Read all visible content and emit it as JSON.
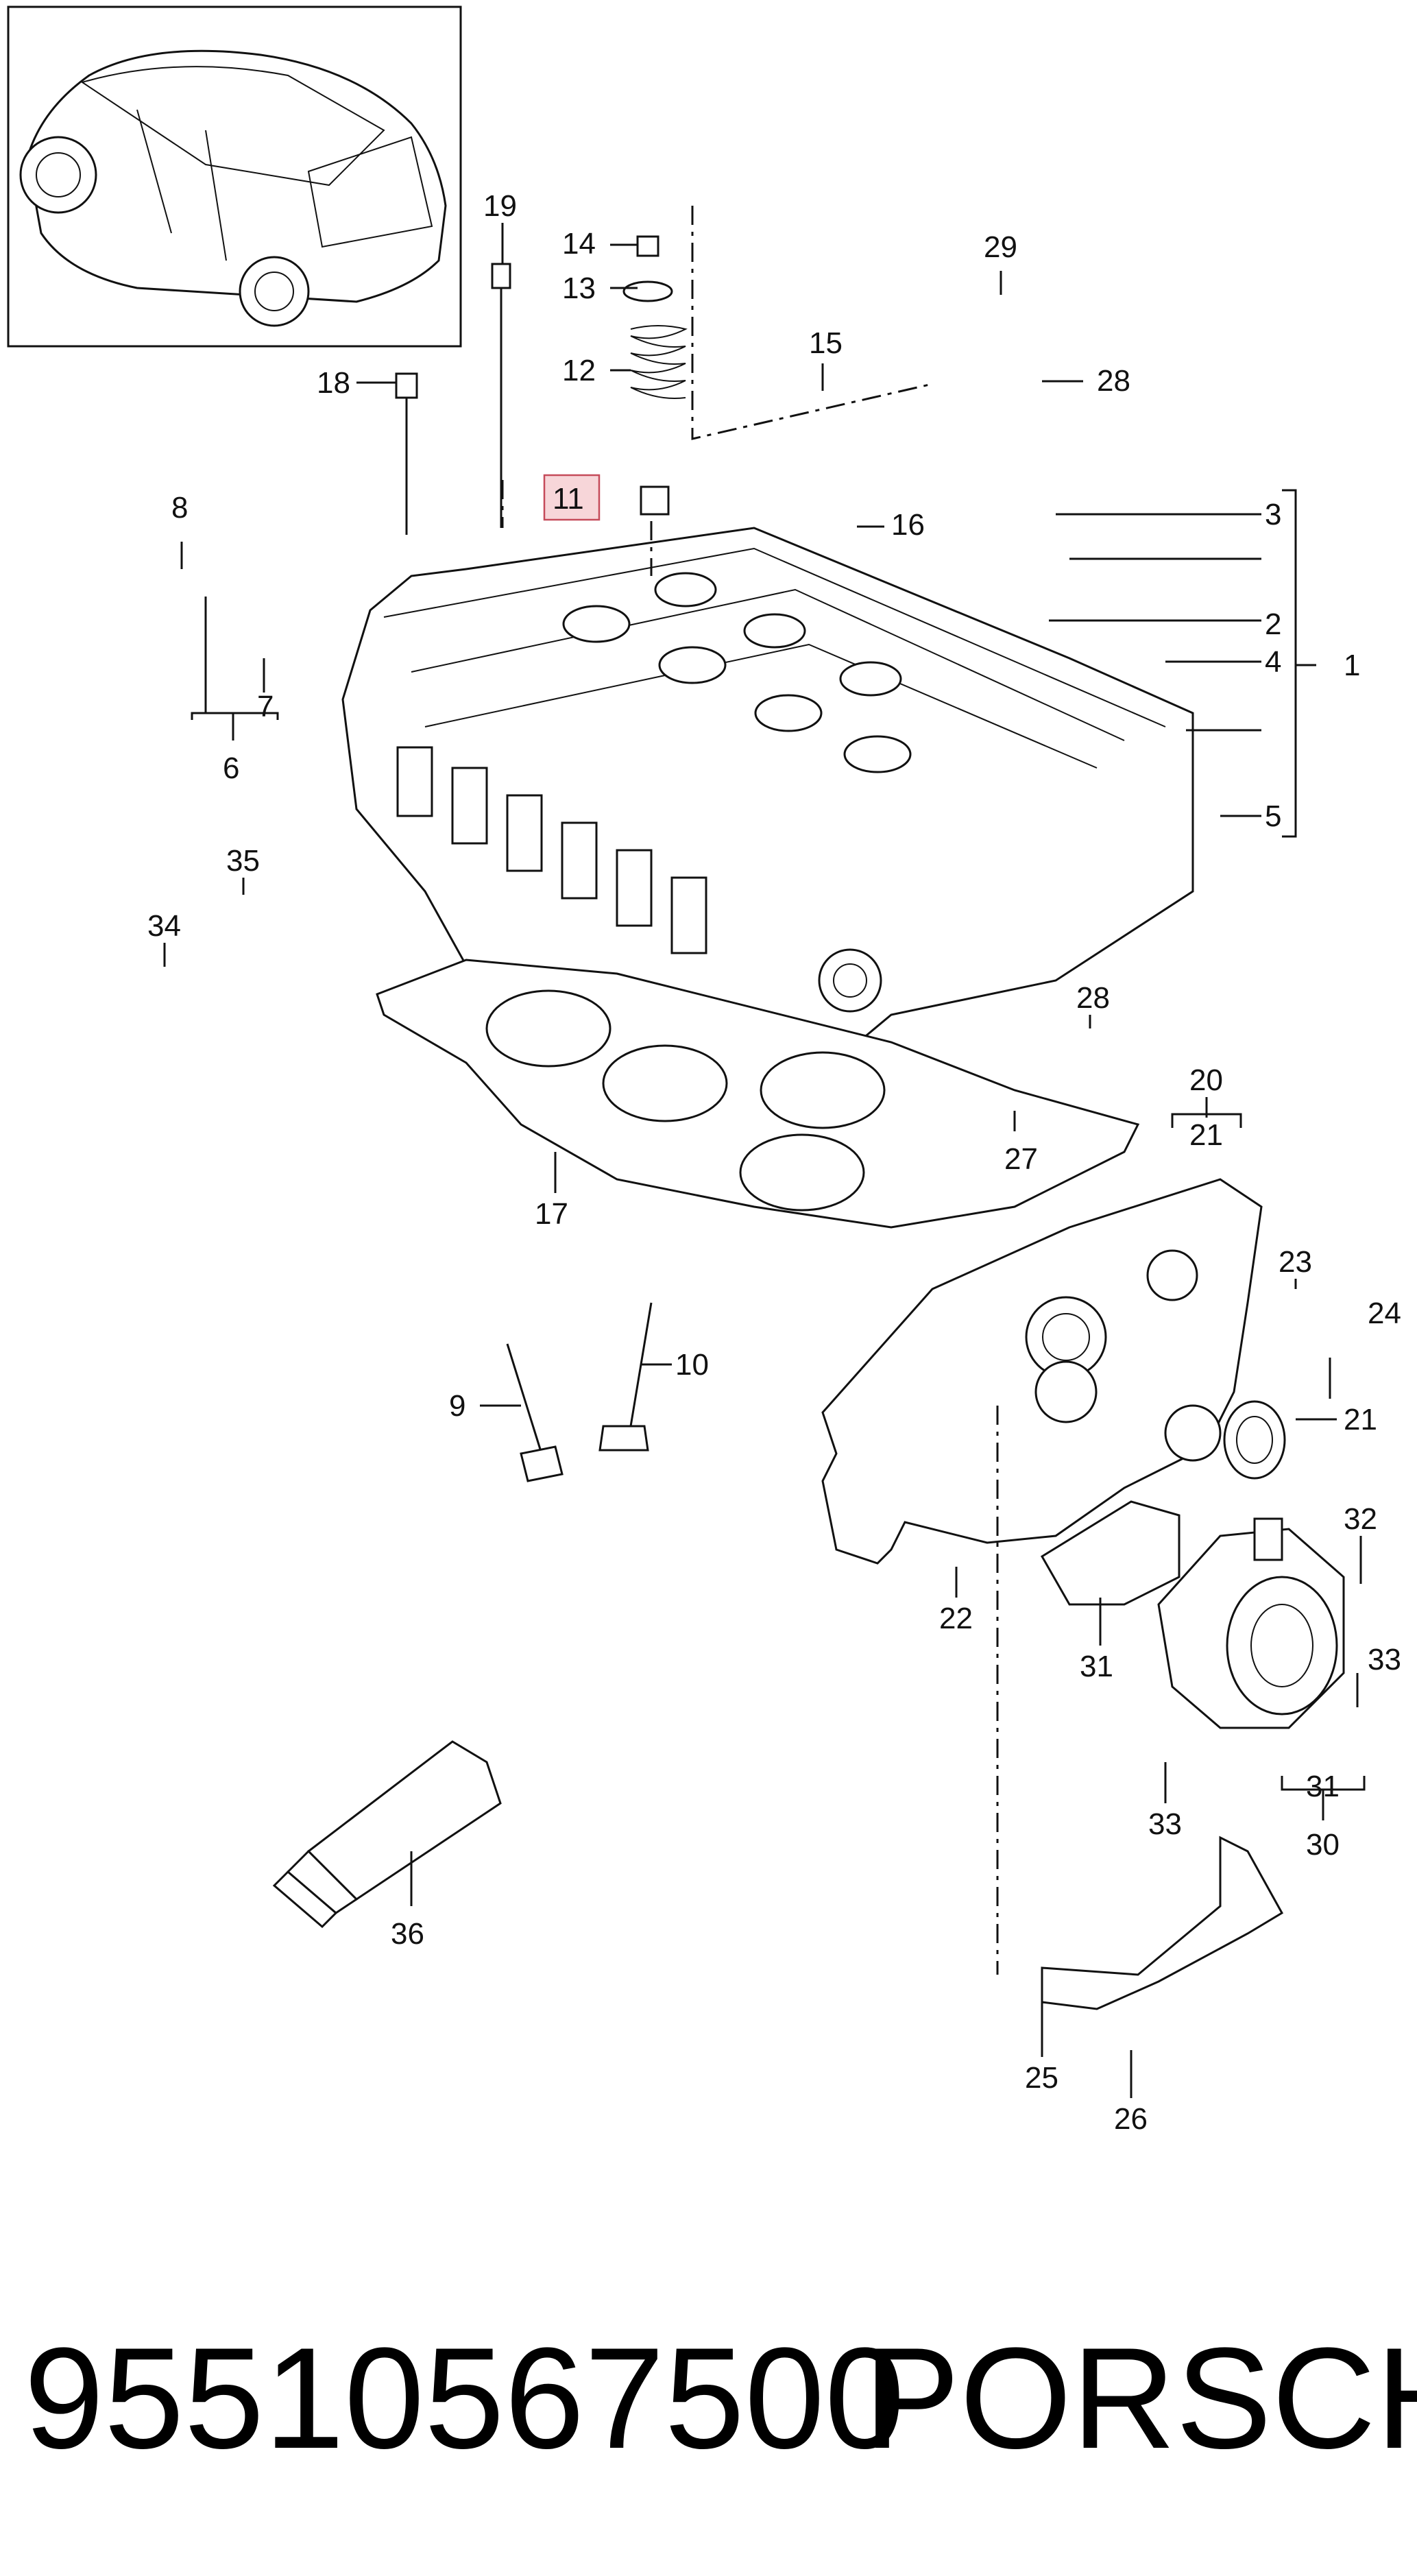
{
  "part_number": "95510567500",
  "brand": "PORSCHE",
  "highlighted_callout": "11",
  "colors": {
    "highlight_fill": "#f7d6d9",
    "highlight_stroke": "#c54b5a",
    "line": "#111111"
  },
  "callouts": {
    "c1": "1",
    "c2": "2",
    "c3": "3",
    "c4": "4",
    "c5": "5",
    "c6": "6",
    "c7": "7",
    "c8": "8",
    "c9": "9",
    "c10": "10",
    "c11": "11",
    "c12": "12",
    "c13": "13",
    "c14": "14",
    "c15": "15",
    "c16": "16",
    "c17": "17",
    "c18": "18",
    "c19": "19",
    "c20": "20",
    "c21a": "21",
    "c21b": "21",
    "c22": "22",
    "c23": "23",
    "c24": "24",
    "c25": "25",
    "c26": "26",
    "c27": "27",
    "c28a": "28",
    "c28b": "28",
    "c29": "29",
    "c30": "30",
    "c31a": "31",
    "c31b": "31",
    "c32": "32",
    "c33a": "33",
    "c33b": "33",
    "c34": "34",
    "c35": "35",
    "c36": "36"
  }
}
